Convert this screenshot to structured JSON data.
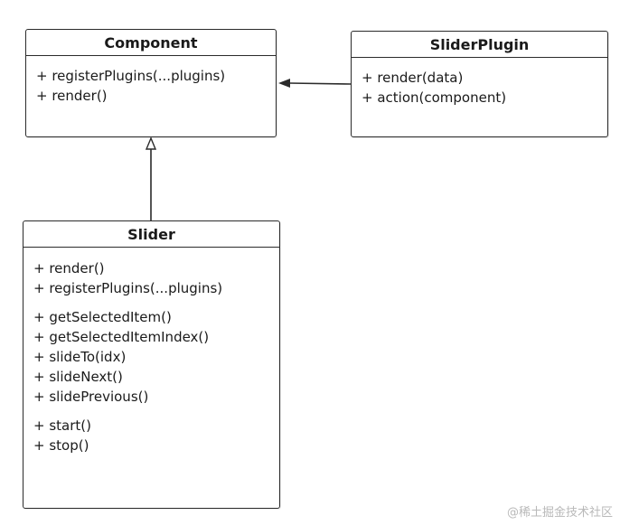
{
  "diagram": {
    "classes": [
      {
        "key": "component",
        "name": "Component",
        "method_groups": [
          [
            "+ registerPlugins(...plugins)",
            "+ render()"
          ]
        ]
      },
      {
        "key": "slider_plugin",
        "name": "SliderPlugin",
        "method_groups": [
          [
            "+ render(data)",
            "+ action(component)"
          ]
        ]
      },
      {
        "key": "slider",
        "name": "Slider",
        "method_groups": [
          [
            "+ render()",
            "+ registerPlugins(...plugins)"
          ],
          [
            "+ getSelectedItem()",
            "+ getSelectedItemIndex()",
            "+ slideTo(idx)",
            "+ slideNext()",
            "+ slidePrevious()"
          ],
          [
            "+ start()",
            "+ stop()"
          ]
        ]
      }
    ],
    "relations": [
      {
        "from": "slider_plugin",
        "to": "component",
        "type": "association"
      },
      {
        "from": "slider",
        "to": "component",
        "type": "generalization"
      }
    ]
  },
  "watermark": "@稀土掘金技术社区",
  "colors": {
    "line": "#2b2b2b",
    "watermark": "#b9b9b9"
  }
}
